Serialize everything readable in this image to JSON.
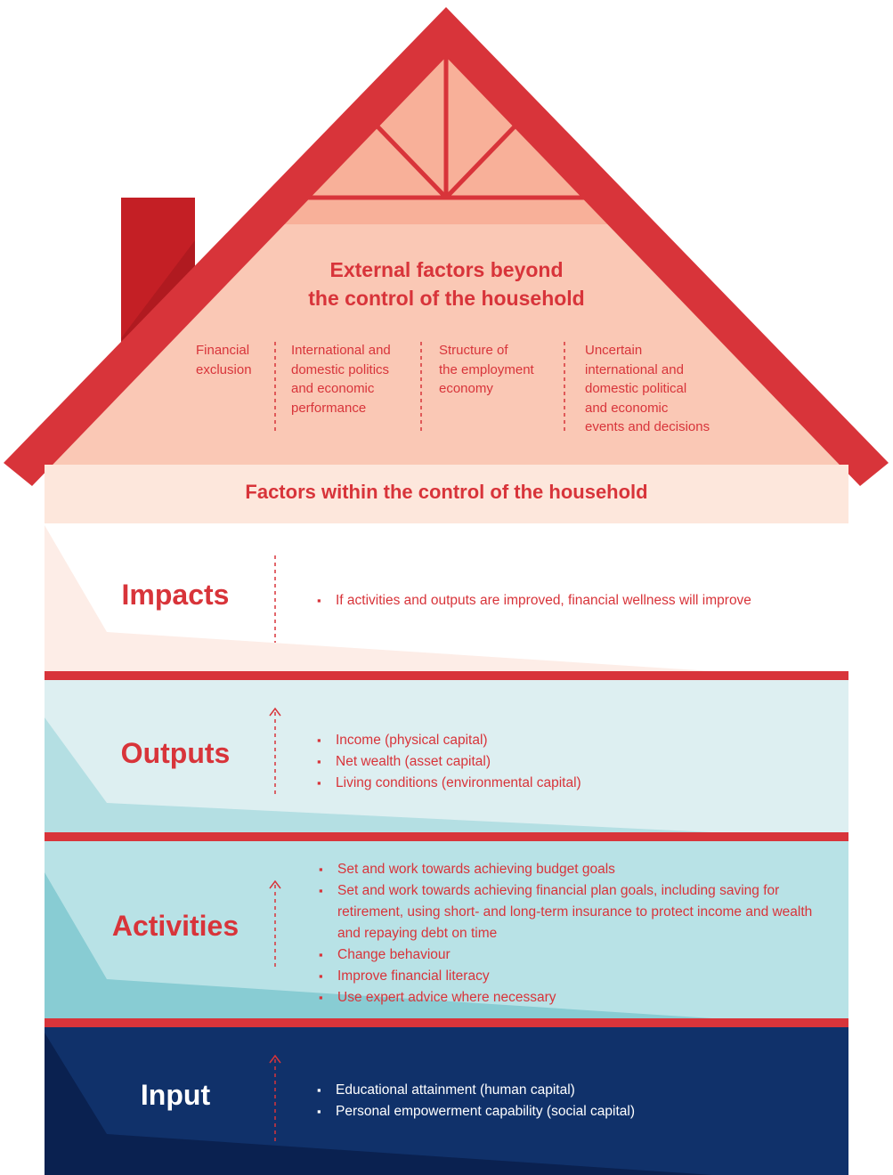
{
  "colors": {
    "roof_red": "#d8343a",
    "chimney": "#c41f25",
    "attic_fill": "#fac8b5",
    "attic_dark": "#f8a38a",
    "within_band": "#fde7dc",
    "impacts_bg": "#ffffff",
    "impacts_shade": "#fdede7",
    "outputs_bg": "#ddeff1",
    "outputs_shade": "#b4dfe3",
    "activities_bg": "#b8e2e6",
    "activities_shade": "#88ccd3",
    "input_bg": "#10316a",
    "input_shade": "#0a2150",
    "separator": "#d8343a",
    "arrow": "#d8343a"
  },
  "roof": {
    "title_lines": [
      "External factors beyond",
      "the control of the household"
    ],
    "external_factors": [
      {
        "lines": [
          "Financial",
          "exclusion"
        ]
      },
      {
        "lines": [
          "International and",
          "domestic politics",
          "and economic",
          "performance"
        ]
      },
      {
        "lines": [
          "Structure of",
          "the employment",
          "economy"
        ]
      },
      {
        "lines": [
          "Uncertain",
          "international and",
          "domestic political",
          "and economic",
          "events and decisions"
        ]
      }
    ]
  },
  "within_label": "Factors within the control of the household",
  "layers": {
    "impacts": {
      "title": "Impacts",
      "items": [
        "If activities and outputs are improved, financial wellness will improve"
      ]
    },
    "outputs": {
      "title": "Outputs",
      "items": [
        "Income (physical capital)",
        "Net wealth (asset capital)",
        "Living conditions (environmental capital)"
      ]
    },
    "activities": {
      "title": "Activities",
      "items": [
        "Set and work towards achieving budget goals",
        "Set and work towards achieving financial plan goals, including saving for retirement, using short- and long-term insurance to protect income and wealth and repaying debt on time",
        "Change behaviour",
        "Improve financial literacy",
        "Use expert advice where necessary"
      ]
    },
    "input": {
      "title": "Input",
      "items": [
        "Educational attainment (human capital)",
        "Personal empowerment capability (social capital)"
      ]
    }
  }
}
